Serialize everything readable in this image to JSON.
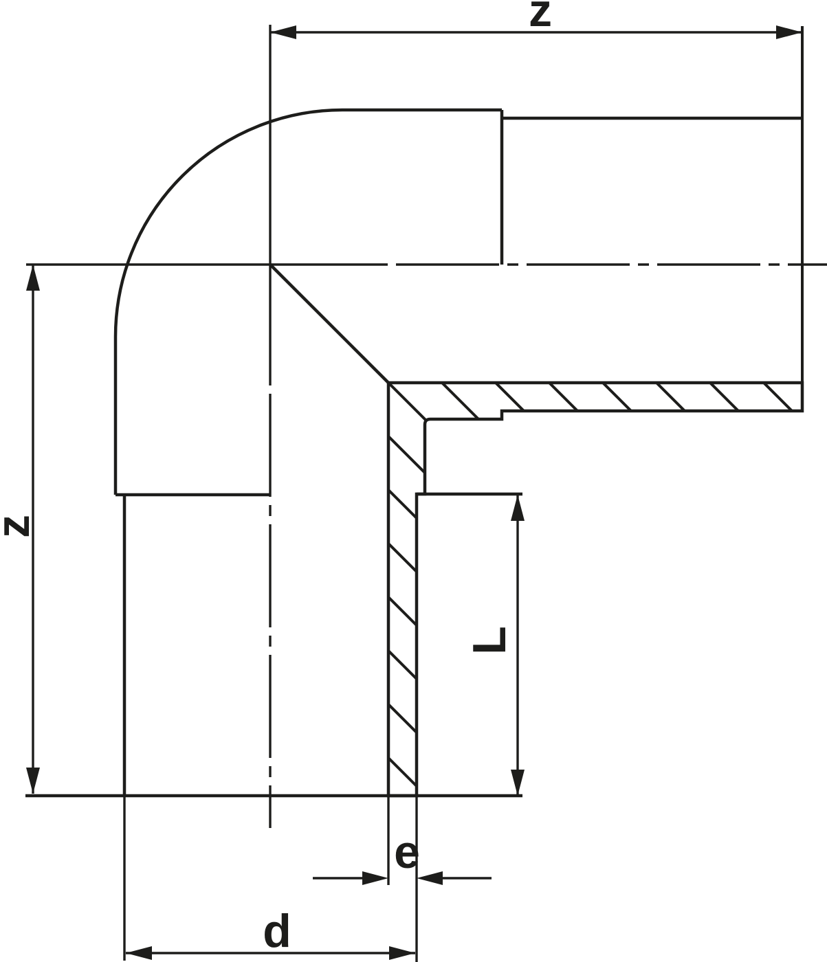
{
  "drawing": {
    "description": "Dimensioned section drawing of a 90 degree elbow pipe fitting",
    "colors": {
      "ink": "#1d1d1b",
      "background": "#ffffff"
    },
    "labels": {
      "z_top": "z",
      "z_left": "z",
      "insertion_length": "L",
      "wall_thickness": "e",
      "outer_diameter": "d"
    }
  }
}
